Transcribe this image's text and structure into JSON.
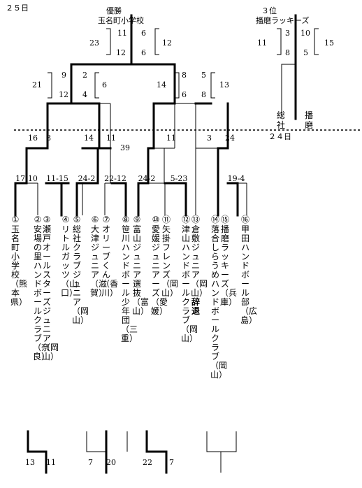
{
  "header": {
    "day25": "２５日",
    "day24": "２４日"
  },
  "champion": {
    "title": "優勝",
    "team": "玉名町小学校",
    "final_left_total": "23",
    "final_left_h1": "11",
    "final_left_h2": "12",
    "final_right_total": "12",
    "final_right_h1": "6",
    "final_right_h2": "6"
  },
  "third_place": {
    "title": "３位",
    "team": "播磨ラッキーズ",
    "left_total": "11",
    "left_h1": "3",
    "left_h2": "8",
    "right_total": "15",
    "right_h1": "10",
    "right_h2": "5",
    "side_left": "総社",
    "side_right": "播磨"
  },
  "semis": {
    "left": {
      "a_total": "21",
      "a_h1": "9",
      "a_h2": "12",
      "b_total": "6",
      "b_h1": "2",
      "b_h2": "4"
    },
    "right": {
      "a_total": "14",
      "a_h1": "8",
      "a_h2": "6",
      "b_total": "13",
      "b_h1": "5",
      "b_h2": "8"
    }
  },
  "quarters": {
    "s1": "16",
    "s2": "8",
    "s3": "14",
    "s4": "11",
    "s5": "39",
    "s6": "11",
    "s7": "3",
    "s8": "24"
  },
  "first_round": [
    "17-10",
    "11-15",
    "24-2",
    "22-12",
    "24-2",
    "5-23",
    "19-4"
  ],
  "teams": [
    {
      "mark": "①",
      "name": "玉名町小学校（熊本県）"
    },
    {
      "mark": "②",
      "name": "安場の里ハンドボールクラブ（奈良）"
    },
    {
      "mark": "③",
      "name": "瀬戸オールスターズジュニア（岡山）"
    },
    {
      "mark": "④",
      "name": "リトルガッツ（山口）"
    },
    {
      "mark": "⑤",
      "name": "総社クラブジュニア（岡山）"
    },
    {
      "mark": "⑥",
      "name": "大津ジュニア（滋賀）"
    },
    {
      "mark": "⑦",
      "name": "オリーブくん（香川）"
    },
    {
      "mark": "⑧",
      "name": "笹川ハンドボール少年団（三重）"
    },
    {
      "mark": "⑨",
      "name": "富山ジュニア選抜（富山）"
    },
    {
      "mark": "⑩",
      "name": "愛媛ジュニアーズ（愛媛）"
    },
    {
      "mark": "⑪",
      "name": "矢掛フレンズ（岡山）"
    },
    {
      "mark": "⑫",
      "name": "津山ハンドボールクラブ（岡山）"
    },
    {
      "mark": "⑬",
      "name": "倉敷ジュニア（岡山）",
      "extra": "辞退"
    },
    {
      "mark": "⑭",
      "name": "落合しらうめハンドボールクラブ（岡山）"
    },
    {
      "mark": "⑮",
      "name": "播磨ラッキーズ（兵庫）"
    },
    {
      "mark": "⑯",
      "name": "甲田ハンドボール部（広島）"
    }
  ],
  "bottom_scores": [
    "13",
    "11",
    "7",
    "20",
    "22",
    "7"
  ]
}
